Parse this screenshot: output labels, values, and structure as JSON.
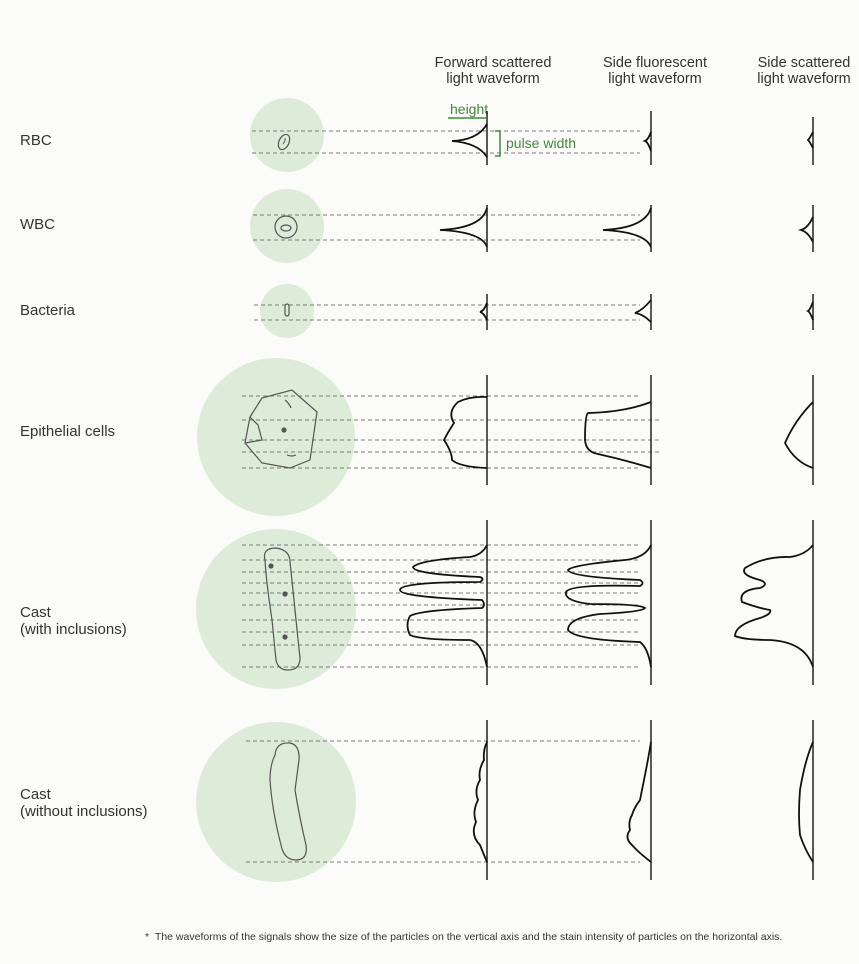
{
  "columns": [
    "Forward scattered\nlight waveform",
    "Side fluorescent\nlight waveform",
    "Side scattered\nlight waveform"
  ],
  "rows": [
    {
      "label": "RBC"
    },
    {
      "label": "WBC"
    },
    {
      "label": "Bacteria"
    },
    {
      "label": "Epithelial cells"
    },
    {
      "label": "Cast\n(with inclusions)"
    },
    {
      "label": "Cast\n(without inclusions)"
    }
  ],
  "annotations": {
    "height": "height",
    "pulse_width": "pulse width"
  },
  "footnote": "The waveforms of the signals show the size of the particles on the vertical axis and the stain intensity of particles on the horizontal axis.",
  "colors": {
    "circle_fill": "#dcecd8",
    "annotation": "#3f8a3a",
    "line": "#222222"
  }
}
